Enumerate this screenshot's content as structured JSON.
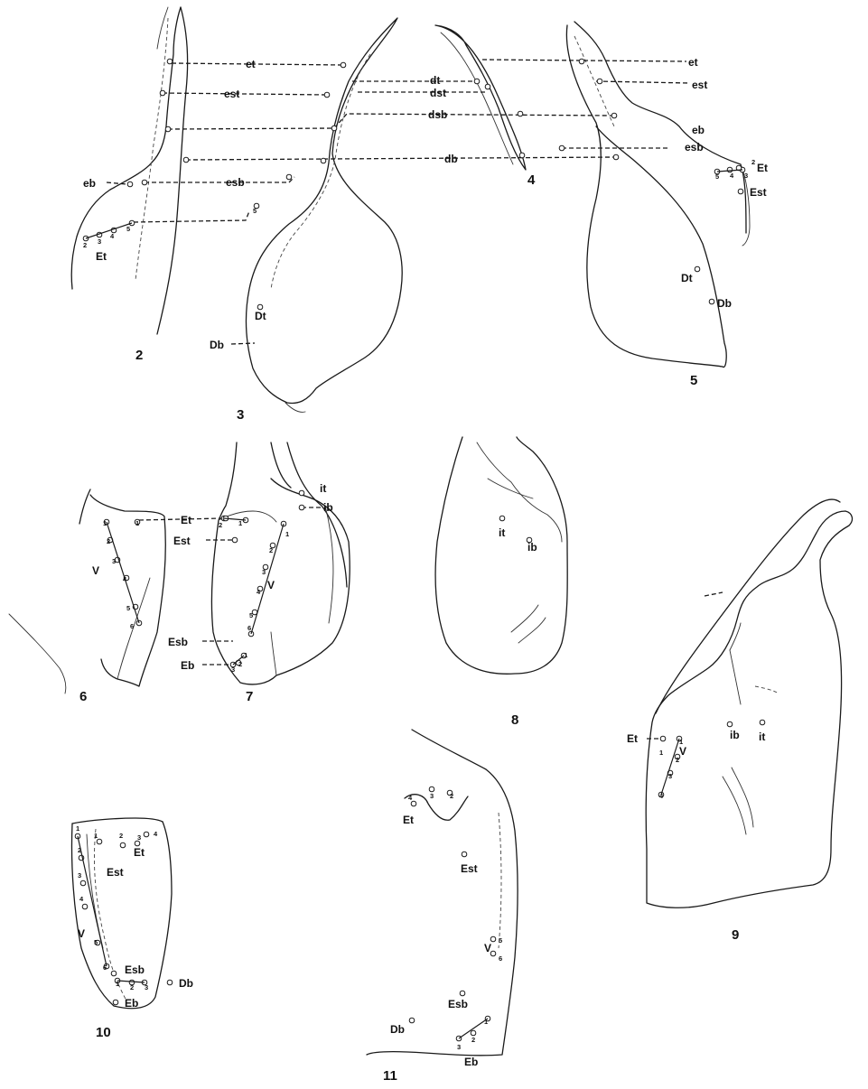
{
  "figures": [
    {
      "number": "2"
    },
    {
      "number": "3"
    },
    {
      "number": "4"
    },
    {
      "number": "5"
    },
    {
      "number": "6"
    },
    {
      "number": "7"
    },
    {
      "number": "8"
    },
    {
      "number": "9"
    },
    {
      "number": "10"
    },
    {
      "number": "11"
    }
  ],
  "labels": {
    "et": "et",
    "est": "est",
    "dt": "dt",
    "dst": "dst",
    "dsb": "dsb",
    "db": "db",
    "eb": "eb",
    "esb": "esb",
    "Et": "Et",
    "Est": "Est",
    "Esb": "Esb",
    "Eb": "Eb",
    "Dt": "Dt",
    "Db": "Db",
    "V": "V",
    "it": "it",
    "ib": "ib"
  },
  "series_numbers": [
    "1",
    "2",
    "3",
    "4",
    "5",
    "6"
  ],
  "colors": {
    "ink": "#111111",
    "paper": "#ffffff"
  }
}
